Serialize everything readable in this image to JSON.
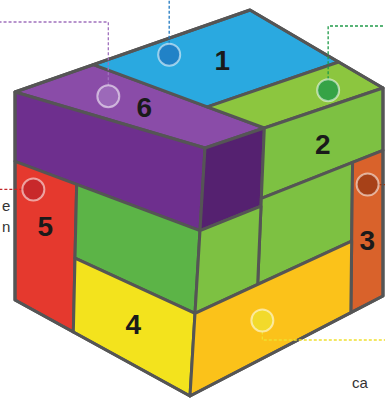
{
  "diagram": {
    "labels": [
      "1",
      "6",
      "2",
      "e",
      "5",
      "n",
      "3",
      "4",
      "ca"
    ]
  }
}
